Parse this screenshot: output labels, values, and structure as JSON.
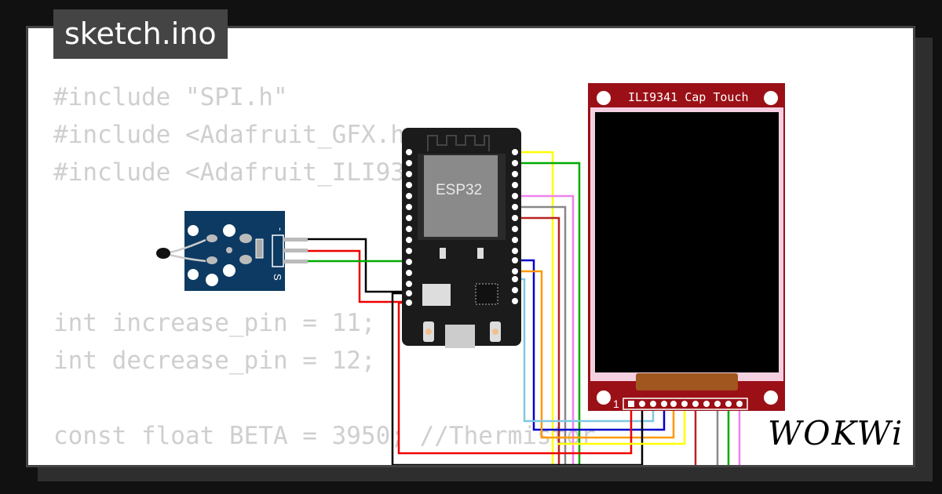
{
  "editor": {
    "filename": "sketch.ino",
    "code_lines": [
      "#include \"SPI.h\"",
      "#include <Adafruit_GFX.h>",
      "#include <Adafruit_ILI9341.h>",
      "",
      "",
      "",
      "int increase_pin = 11;",
      "int decrease_pin = 12;",
      "",
      "const float BETA = 3950; //Thermistor"
    ]
  },
  "diagram": {
    "esp32_label": "ESP32",
    "lcd_label": "ILI9341 Cap Touch",
    "lcd_pin1_label": "1",
    "sensor_pin_minus": "-",
    "sensor_pin_signal": "S"
  },
  "brand": {
    "logo": "WOKWi"
  },
  "colors": {
    "background": "#111111",
    "card": "#ffffff",
    "tab": "#444444",
    "code_text": "#cfcfcf",
    "lcd_board": "#9a1016",
    "sensor_board": "#0d3a63",
    "esp32_board": "#1b1b1b"
  }
}
